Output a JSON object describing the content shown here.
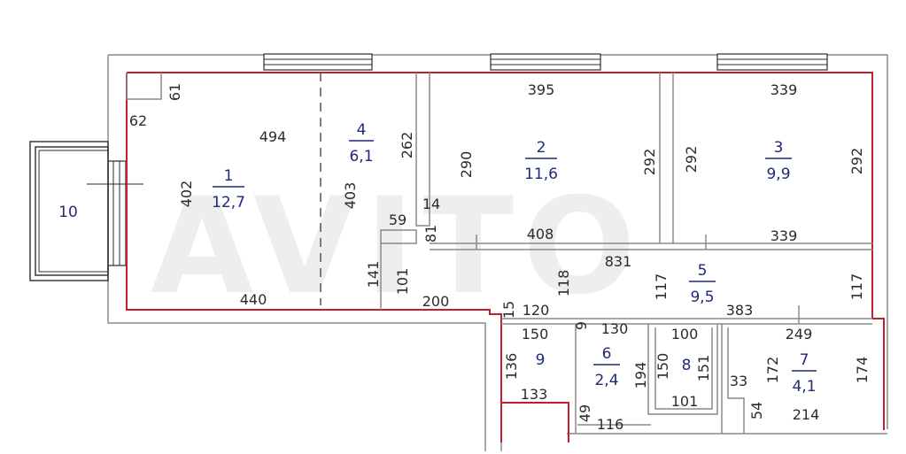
{
  "watermark": "AVITO",
  "rooms": [
    {
      "id": "r1",
      "number": "1",
      "area": "12,7"
    },
    {
      "id": "r2",
      "number": "2",
      "area": "11,6"
    },
    {
      "id": "r3",
      "number": "3",
      "area": "9,9"
    },
    {
      "id": "r4",
      "number": "4",
      "area": "6,1"
    },
    {
      "id": "r5",
      "number": "5",
      "area": "9,5"
    },
    {
      "id": "r6",
      "number": "6",
      "area": "2,4"
    },
    {
      "id": "r7",
      "number": "7",
      "area": "4,1"
    },
    {
      "id": "r8",
      "number": "8",
      "area": ""
    },
    {
      "id": "r9",
      "number": "9",
      "area": ""
    },
    {
      "id": "r10",
      "number": "10",
      "area": ""
    }
  ],
  "dimensions": {
    "d61": "61",
    "d62": "62",
    "d494": "494",
    "d402": "402",
    "d440": "440",
    "d403": "403",
    "d262": "262",
    "d59": "59",
    "d141": "141",
    "d395": "395",
    "d290": "290",
    "d292a": "292",
    "d14": "14",
    "d81": "81",
    "d408": "408",
    "d339a": "339",
    "d292b": "292",
    "d292c": "292",
    "d339b": "339",
    "d831": "831",
    "d101a": "101",
    "d200": "200",
    "d118": "118",
    "d117a": "117",
    "d117b": "117",
    "d15": "15",
    "d120": "120",
    "d383": "383",
    "d9": "9",
    "d130": "130",
    "d150a": "150",
    "d136": "136",
    "d133": "133",
    "d194": "194",
    "d49": "49",
    "d116": "116",
    "d100": "100",
    "d150b": "150",
    "d151": "151",
    "d101b": "101",
    "d249": "249",
    "d172": "172",
    "d174": "174",
    "d33": "33",
    "d54": "54",
    "d214": "214"
  }
}
